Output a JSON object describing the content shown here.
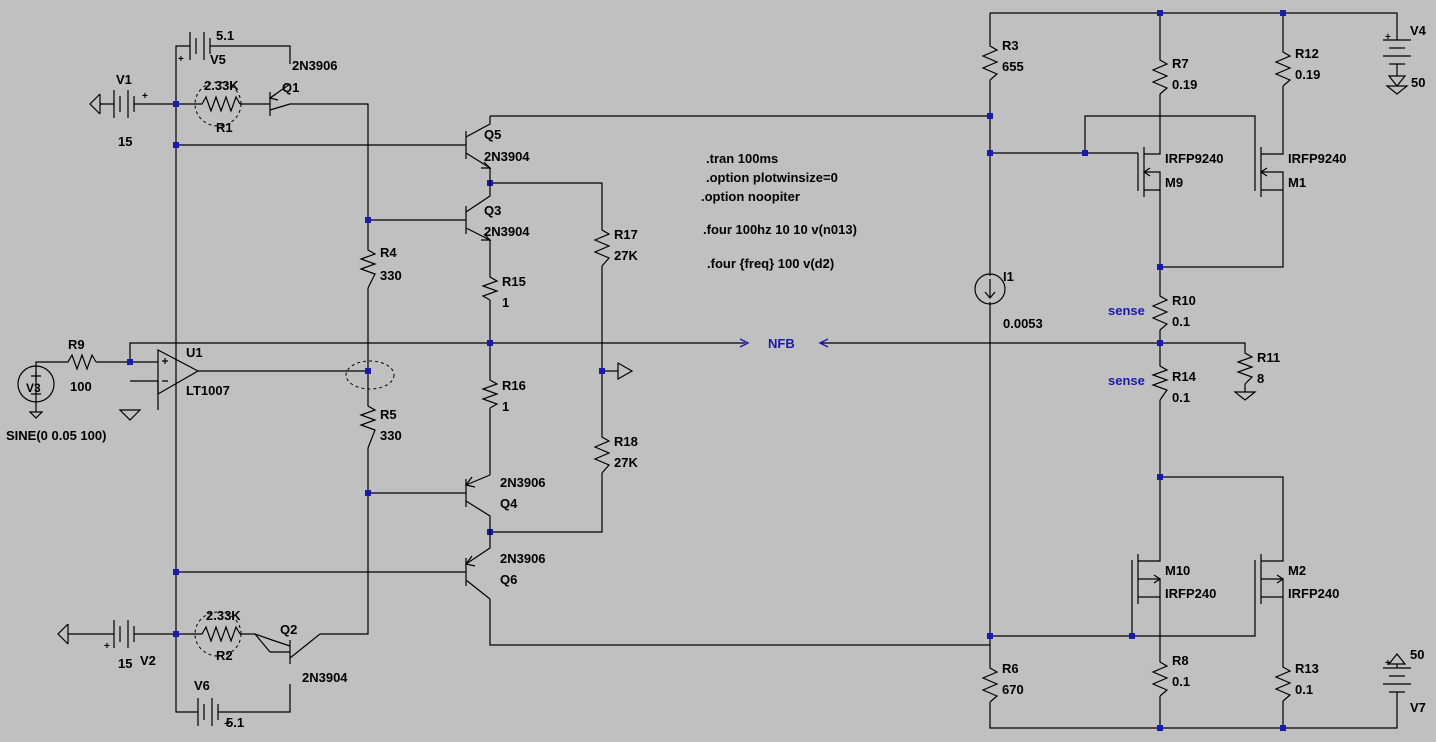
{
  "components": {
    "V1": {
      "name": "V1",
      "value": "15"
    },
    "V2": {
      "name": "V2",
      "value": "15"
    },
    "V3": {
      "name": "V3",
      "value": "SINE(0 0.05 100)"
    },
    "V4": {
      "name": "V4",
      "value": "50"
    },
    "V5": {
      "name": "V5",
      "value": "5.1"
    },
    "V6": {
      "name": "V6",
      "value": "5.1"
    },
    "V7": {
      "name": "V7",
      "value": "50"
    },
    "R1": {
      "name": "R1",
      "value": "2.33K"
    },
    "R2": {
      "name": "R2",
      "value": "2.33K"
    },
    "R3": {
      "name": "R3",
      "value": "655"
    },
    "R4": {
      "name": "R4",
      "value": "330"
    },
    "R5": {
      "name": "R5",
      "value": "330"
    },
    "R6": {
      "name": "R6",
      "value": "670"
    },
    "R7": {
      "name": "R7",
      "value": "0.19"
    },
    "R8": {
      "name": "R8",
      "value": "0.1"
    },
    "R9": {
      "name": "R9",
      "value": "100"
    },
    "R10": {
      "name": "R10",
      "value": "0.1"
    },
    "R11": {
      "name": "R11",
      "value": "8"
    },
    "R12": {
      "name": "R12",
      "value": "0.19"
    },
    "R13": {
      "name": "R13",
      "value": "0.1"
    },
    "R14": {
      "name": "R14",
      "value": "0.1"
    },
    "R15": {
      "name": "R15",
      "value": "1"
    },
    "R16": {
      "name": "R16",
      "value": "1"
    },
    "R17": {
      "name": "R17",
      "value": "27K"
    },
    "R18": {
      "name": "R18",
      "value": "27K"
    },
    "Q1": {
      "name": "Q1",
      "value": "2N3906"
    },
    "Q2": {
      "name": "Q2",
      "value": "2N3904"
    },
    "Q3": {
      "name": "Q3",
      "value": "2N3904"
    },
    "Q4": {
      "name": "Q4",
      "value": "2N3906"
    },
    "Q5": {
      "name": "Q5",
      "value": "2N3904"
    },
    "Q6": {
      "name": "Q6",
      "value": "2N3906"
    },
    "M1": {
      "name": "M1",
      "value": "IRFP9240"
    },
    "M2": {
      "name": "M2",
      "value": "IRFP240"
    },
    "M9": {
      "name": "M9",
      "value": "IRFP9240"
    },
    "M10": {
      "name": "M10",
      "value": "IRFP240"
    },
    "I1": {
      "name": "I1",
      "value": "0.0053"
    },
    "U1": {
      "name": "U1",
      "value": "LT1007"
    }
  },
  "net_labels": {
    "nfb": "NFB",
    "sense_top": "sense",
    "sense_bottom": "sense"
  },
  "directives": [
    ".tran 100ms",
    ".option plotwinsize=0",
    ".option noopiter",
    ".four 100hz 10 10 v(n013)",
    ".four {freq} 100 v(d2)"
  ]
}
